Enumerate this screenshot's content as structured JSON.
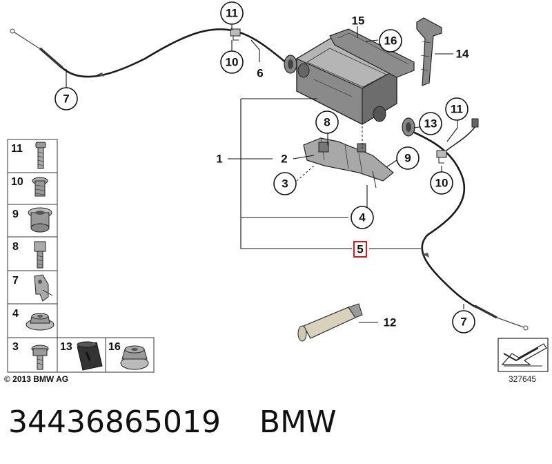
{
  "callouts": {
    "c1": "1",
    "c2": "2",
    "c3": "3",
    "c4": "4",
    "c5": "5",
    "c6": "6",
    "c7_left": "7",
    "c7_right": "7",
    "c8": "8",
    "c9": "9",
    "c10_top": "10",
    "c10_right": "10",
    "c11_top": "11",
    "c11_right": "11",
    "c12": "12",
    "c13": "13",
    "c14": "14",
    "c15": "15",
    "c16": "16"
  },
  "parts_grid": {
    "labels": [
      "11",
      "10",
      "9",
      "8",
      "7",
      "4",
      "3",
      "13",
      "16"
    ]
  },
  "highlighted_callout": "5",
  "colors": {
    "highlight": "#e0141e",
    "part_fill": "#9a9a9a",
    "part_dark": "#555555",
    "tube_fill": "#d8d2bc"
  },
  "copyright": "© 2013 BMW AG",
  "diagram_number": "327645",
  "caption": "34436865019    BMW"
}
